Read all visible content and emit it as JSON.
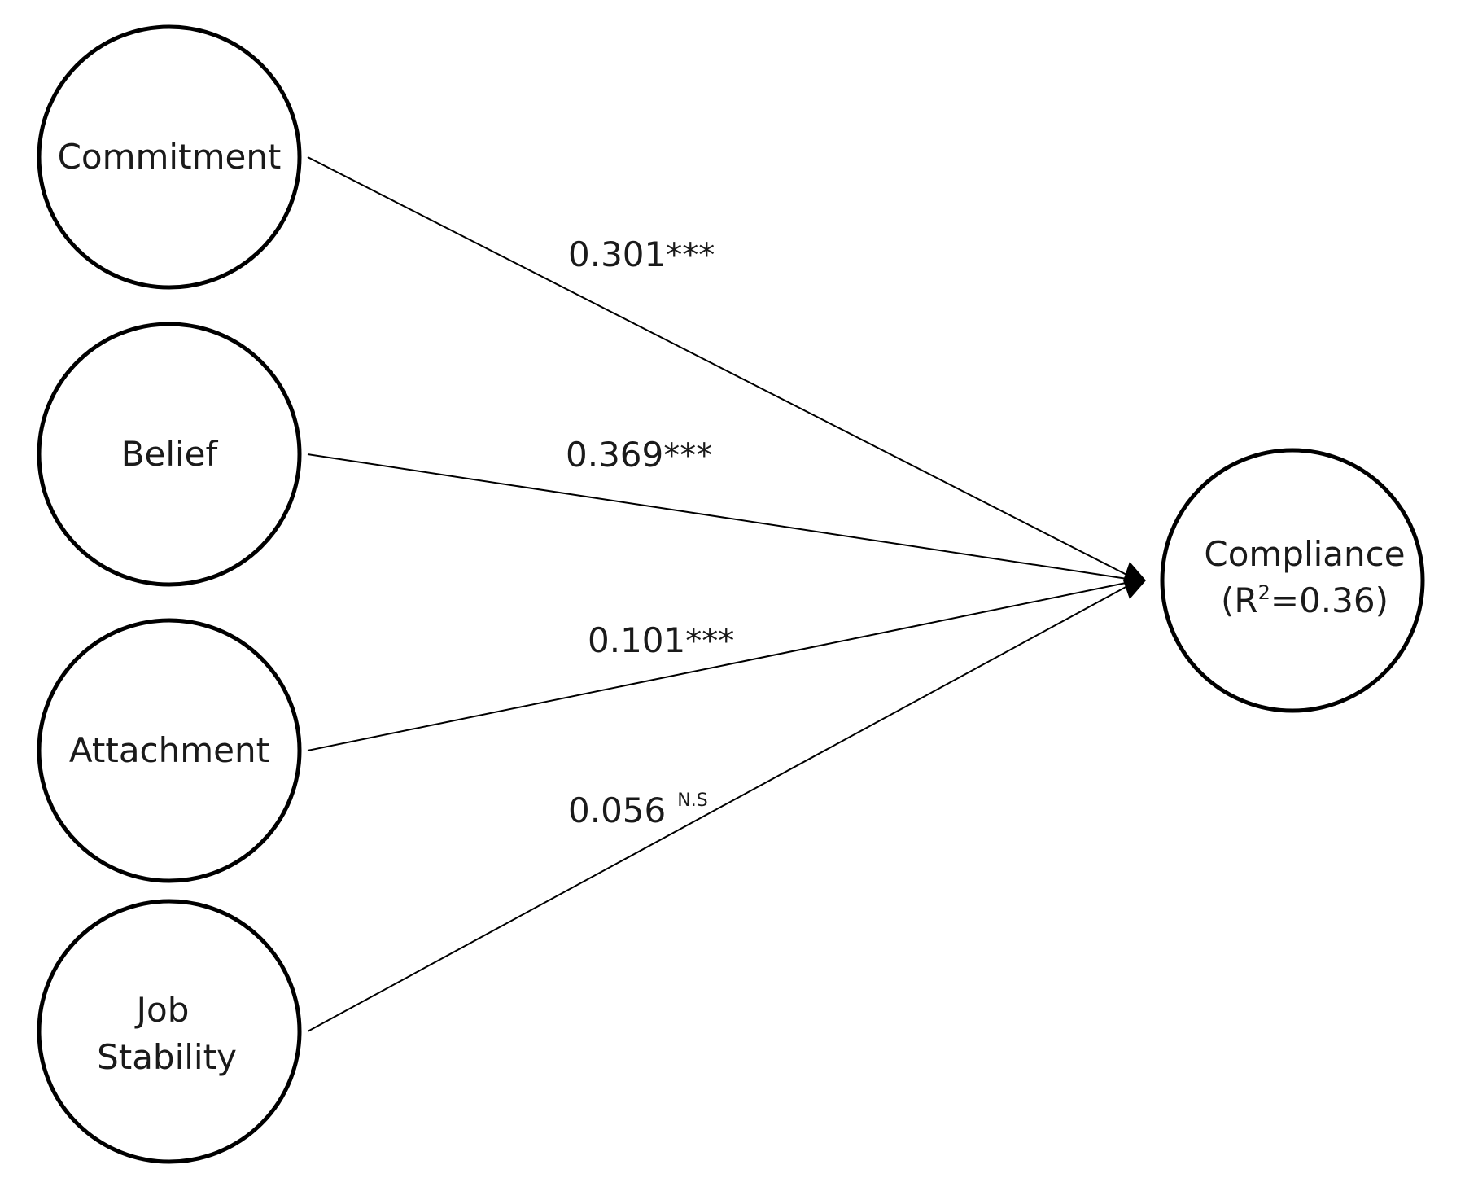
{
  "nodes": {
    "commitment": {
      "label": "Commitment"
    },
    "belief": {
      "label": "Belief"
    },
    "attachment": {
      "label": "Attachment"
    },
    "job_stability": {
      "line1": "Job",
      "line2": "Stability"
    },
    "compliance": {
      "line1": "Compliance",
      "r2_prefix": "(R",
      "r2_sup": "2",
      "r2_suffix": "=0.36)"
    }
  },
  "paths": [
    {
      "from": "Commitment",
      "to": "Compliance",
      "coefficient": "0.301",
      "significance": "***"
    },
    {
      "from": "Belief",
      "to": "Compliance",
      "coefficient": "0.369",
      "significance": "***"
    },
    {
      "from": "Attachment",
      "to": "Compliance",
      "coefficient": "0.101",
      "significance": "***"
    },
    {
      "from": "Job Stability",
      "to": "Compliance",
      "coefficient": "0.056",
      "significance": "N.S"
    }
  ],
  "colors": {
    "stroke": "#000000",
    "background": "#ffffff",
    "text": "#1a1a1a"
  }
}
